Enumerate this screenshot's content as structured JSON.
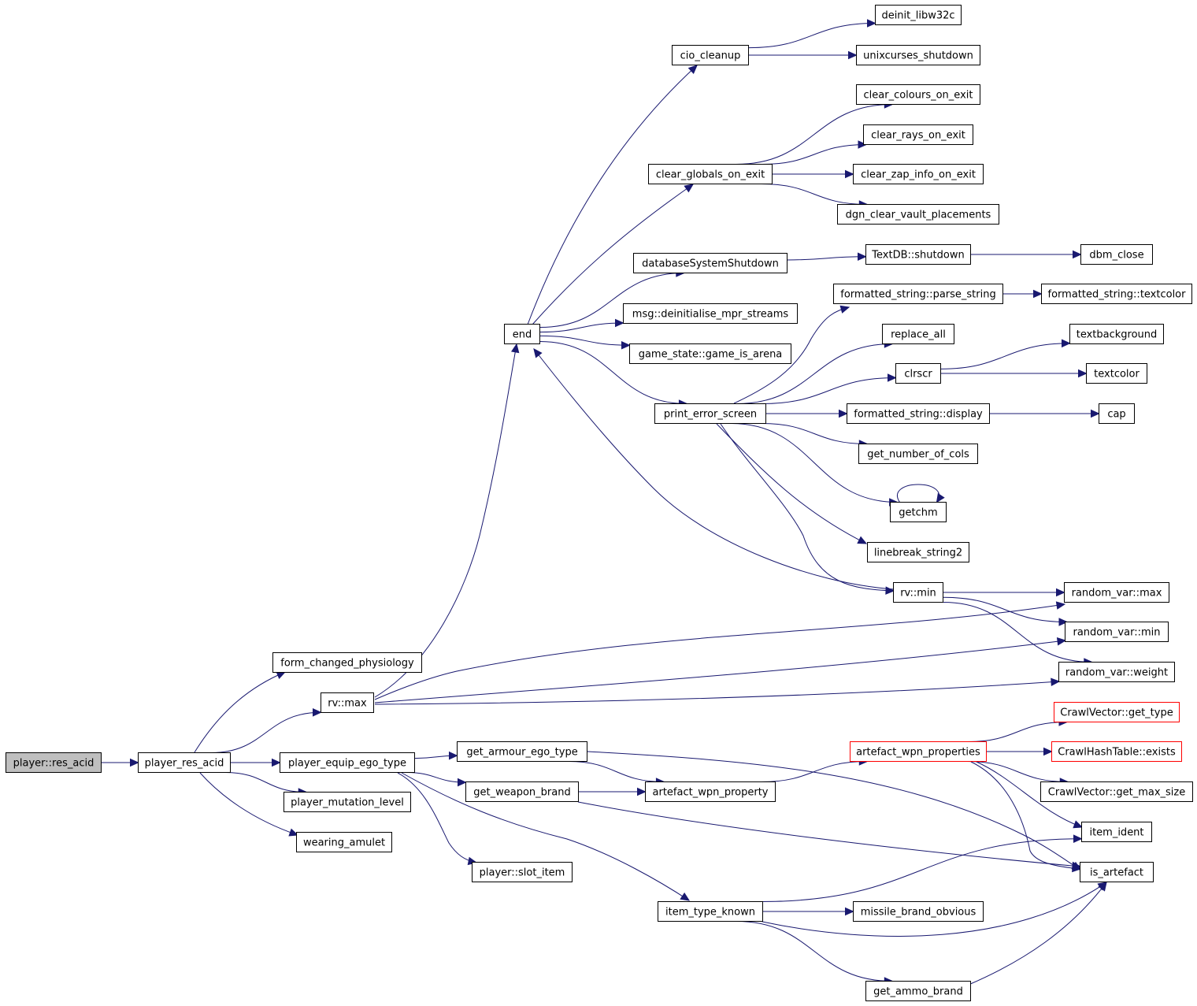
{
  "colors": {
    "edge": "#191970",
    "node_border": "#000000",
    "node_border_truncated": "#ff0000",
    "root_fill": "#bfbfbf",
    "node_fill": "#ffffff"
  },
  "nodes": [
    {
      "id": "res_acid",
      "label": "player::res_acid",
      "root": true
    },
    {
      "id": "player_res_acid",
      "label": "player_res_acid"
    },
    {
      "id": "form_changed_physiology",
      "label": "form_changed_physiology"
    },
    {
      "id": "rv_max",
      "label": "rv::max"
    },
    {
      "id": "player_equip_ego_type",
      "label": "player_equip_ego_type"
    },
    {
      "id": "player_mutation_level",
      "label": "player_mutation_level"
    },
    {
      "id": "wearing_amulet",
      "label": "wearing_amulet"
    },
    {
      "id": "end",
      "label": "end"
    },
    {
      "id": "cio_cleanup",
      "label": "cio_cleanup"
    },
    {
      "id": "deinit_libw32c",
      "label": "deinit_libw32c"
    },
    {
      "id": "unixcurses_shutdown",
      "label": "unixcurses_shutdown"
    },
    {
      "id": "clear_globals_on_exit",
      "label": "clear_globals_on_exit"
    },
    {
      "id": "clear_colours_on_exit",
      "label": "clear_colours_on_exit"
    },
    {
      "id": "clear_rays_on_exit",
      "label": "clear_rays_on_exit"
    },
    {
      "id": "clear_zap_info_on_exit",
      "label": "clear_zap_info_on_exit"
    },
    {
      "id": "dgn_clear_vault_placements",
      "label": "dgn_clear_vault_placements"
    },
    {
      "id": "databaseSystemShutdown",
      "label": "databaseSystemShutdown"
    },
    {
      "id": "textdb_shutdown",
      "label": "TextDB::shutdown"
    },
    {
      "id": "dbm_close",
      "label": "dbm_close"
    },
    {
      "id": "msg_deinit",
      "label": "msg::deinitialise_mpr_streams"
    },
    {
      "id": "game_is_arena",
      "label": "game_state::game_is_arena"
    },
    {
      "id": "print_error_screen",
      "label": "print_error_screen"
    },
    {
      "id": "fs_parse_string",
      "label": "formatted_string::parse_string"
    },
    {
      "id": "fs_textcolor",
      "label": "formatted_string::textcolor"
    },
    {
      "id": "replace_all",
      "label": "replace_all"
    },
    {
      "id": "clrscr",
      "label": "clrscr"
    },
    {
      "id": "textbackground",
      "label": "textbackground"
    },
    {
      "id": "textcolor",
      "label": "textcolor"
    },
    {
      "id": "fs_display",
      "label": "formatted_string::display"
    },
    {
      "id": "cap",
      "label": "cap"
    },
    {
      "id": "get_number_of_cols",
      "label": "get_number_of_cols"
    },
    {
      "id": "getchm",
      "label": "getchm"
    },
    {
      "id": "linebreak_string2",
      "label": "linebreak_string2"
    },
    {
      "id": "rv_min",
      "label": "rv::min"
    },
    {
      "id": "random_var_max",
      "label": "random_var::max"
    },
    {
      "id": "random_var_min",
      "label": "random_var::min"
    },
    {
      "id": "random_var_weight",
      "label": "random_var::weight"
    },
    {
      "id": "get_armour_ego_type",
      "label": "get_armour_ego_type"
    },
    {
      "id": "get_weapon_brand",
      "label": "get_weapon_brand"
    },
    {
      "id": "player_slot_item",
      "label": "player::slot_item"
    },
    {
      "id": "artefact_wpn_property",
      "label": "artefact_wpn_property"
    },
    {
      "id": "artefact_wpn_properties",
      "label": "artefact_wpn_properties",
      "truncated": true
    },
    {
      "id": "cv_get_type",
      "label": "CrawlVector::get_type",
      "truncated": true
    },
    {
      "id": "cht_exists",
      "label": "CrawlHashTable::exists",
      "truncated": true
    },
    {
      "id": "cv_get_max_size",
      "label": "CrawlVector::get_max_size"
    },
    {
      "id": "item_ident",
      "label": "item_ident"
    },
    {
      "id": "is_artefact",
      "label": "is_artefact"
    },
    {
      "id": "item_type_known",
      "label": "item_type_known"
    },
    {
      "id": "missile_brand_obvious",
      "label": "missile_brand_obvious"
    },
    {
      "id": "get_ammo_brand",
      "label": "get_ammo_brand"
    }
  ],
  "edges": [
    [
      "res_acid",
      "player_res_acid"
    ],
    [
      "player_res_acid",
      "form_changed_physiology"
    ],
    [
      "player_res_acid",
      "rv_max"
    ],
    [
      "player_res_acid",
      "player_equip_ego_type"
    ],
    [
      "player_res_acid",
      "player_mutation_level"
    ],
    [
      "player_res_acid",
      "wearing_amulet"
    ],
    [
      "rv_max",
      "end"
    ],
    [
      "rv_max",
      "random_var_max"
    ],
    [
      "rv_max",
      "random_var_min"
    ],
    [
      "rv_max",
      "random_var_weight"
    ],
    [
      "end",
      "cio_cleanup"
    ],
    [
      "end",
      "clear_globals_on_exit"
    ],
    [
      "end",
      "databaseSystemShutdown"
    ],
    [
      "end",
      "msg_deinit"
    ],
    [
      "end",
      "game_is_arena"
    ],
    [
      "end",
      "print_error_screen"
    ],
    [
      "cio_cleanup",
      "deinit_libw32c"
    ],
    [
      "cio_cleanup",
      "unixcurses_shutdown"
    ],
    [
      "clear_globals_on_exit",
      "clear_colours_on_exit"
    ],
    [
      "clear_globals_on_exit",
      "clear_rays_on_exit"
    ],
    [
      "clear_globals_on_exit",
      "clear_zap_info_on_exit"
    ],
    [
      "clear_globals_on_exit",
      "dgn_clear_vault_placements"
    ],
    [
      "databaseSystemShutdown",
      "textdb_shutdown"
    ],
    [
      "textdb_shutdown",
      "dbm_close"
    ],
    [
      "print_error_screen",
      "fs_parse_string"
    ],
    [
      "print_error_screen",
      "replace_all"
    ],
    [
      "print_error_screen",
      "clrscr"
    ],
    [
      "print_error_screen",
      "fs_display"
    ],
    [
      "print_error_screen",
      "get_number_of_cols"
    ],
    [
      "print_error_screen",
      "getchm"
    ],
    [
      "print_error_screen",
      "linebreak_string2"
    ],
    [
      "print_error_screen",
      "rv_min"
    ],
    [
      "fs_parse_string",
      "fs_textcolor"
    ],
    [
      "clrscr",
      "textbackground"
    ],
    [
      "clrscr",
      "textcolor"
    ],
    [
      "fs_display",
      "cap"
    ],
    [
      "getchm",
      "getchm"
    ],
    [
      "rv_min",
      "end"
    ],
    [
      "rv_min",
      "random_var_max"
    ],
    [
      "rv_min",
      "random_var_min"
    ],
    [
      "rv_min",
      "random_var_weight"
    ],
    [
      "player_equip_ego_type",
      "get_armour_ego_type"
    ],
    [
      "player_equip_ego_type",
      "get_weapon_brand"
    ],
    [
      "player_equip_ego_type",
      "player_slot_item"
    ],
    [
      "player_equip_ego_type",
      "item_type_known"
    ],
    [
      "get_armour_ego_type",
      "artefact_wpn_property"
    ],
    [
      "get_armour_ego_type",
      "is_artefact"
    ],
    [
      "get_weapon_brand",
      "artefact_wpn_property"
    ],
    [
      "get_weapon_brand",
      "is_artefact"
    ],
    [
      "artefact_wpn_property",
      "artefact_wpn_properties"
    ],
    [
      "artefact_wpn_properties",
      "cv_get_type"
    ],
    [
      "artefact_wpn_properties",
      "cht_exists"
    ],
    [
      "artefact_wpn_properties",
      "cv_get_max_size"
    ],
    [
      "artefact_wpn_properties",
      "item_ident"
    ],
    [
      "artefact_wpn_properties",
      "is_artefact"
    ],
    [
      "item_type_known",
      "item_ident"
    ],
    [
      "item_type_known",
      "missile_brand_obvious"
    ],
    [
      "item_type_known",
      "is_artefact"
    ],
    [
      "item_type_known",
      "get_ammo_brand"
    ],
    [
      "get_ammo_brand",
      "is_artefact"
    ]
  ]
}
